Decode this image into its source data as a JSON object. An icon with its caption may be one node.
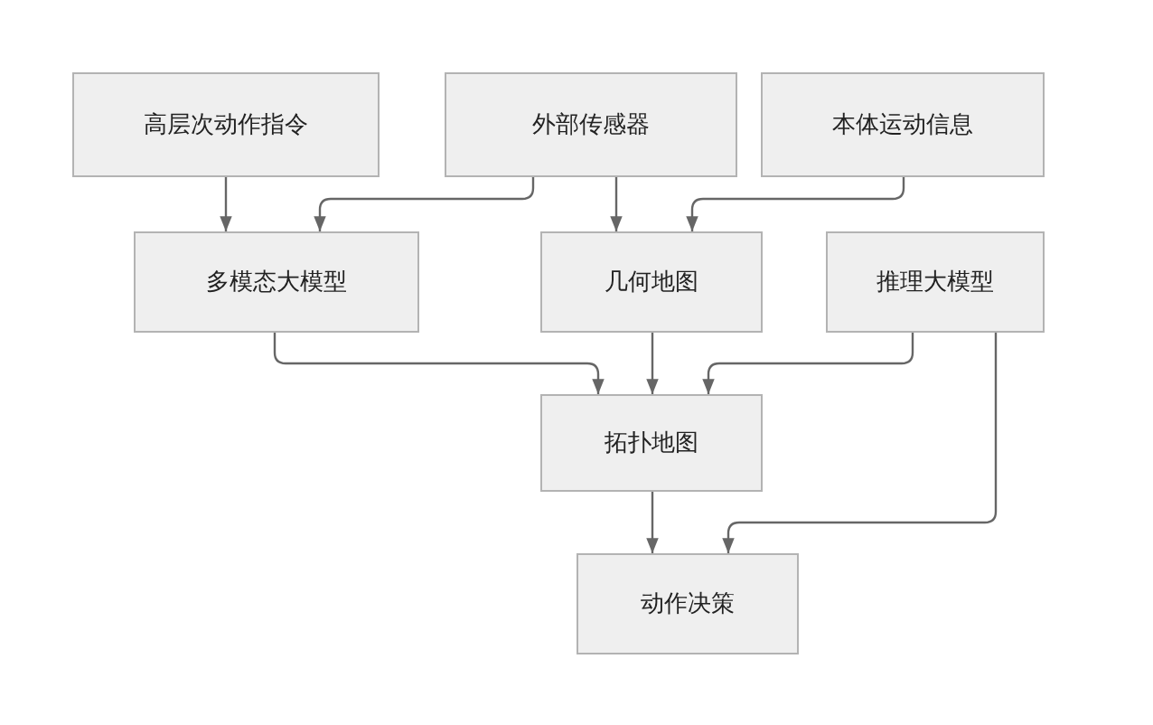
{
  "diagram": {
    "nodes": [
      {
        "text": [
          "高层次动作指令"
        ]
      },
      {
        "text": [
          "外部传感器"
        ]
      },
      {
        "text": [
          "本体运动信息"
        ]
      },
      {
        "text": [
          "多模态大模型"
        ]
      },
      {
        "text": [
          "几何地图"
        ]
      },
      {
        "text": [
          "推理大模型"
        ]
      },
      {
        "text": [
          "拓扑地图"
        ]
      },
      {
        "text": [
          "动作决策"
        ]
      }
    ],
    "edges": [
      {
        "from": 0,
        "to": 3,
        "arrow": "to"
      },
      {
        "from": 1,
        "to": 3,
        "arrow": "to"
      },
      {
        "from": 1,
        "to": 4,
        "arrow": "to"
      },
      {
        "from": 2,
        "to": 4,
        "arrow": "to"
      },
      {
        "from": 3,
        "to": 6,
        "arrow": "to"
      },
      {
        "from": 4,
        "to": 6,
        "arrow": "to"
      },
      {
        "from": 5,
        "to": 6,
        "arrow": "to"
      },
      {
        "from": 6,
        "to": 7,
        "arrow": "to"
      },
      {
        "from": 5,
        "to": 7,
        "arrow": "to"
      }
    ]
  }
}
